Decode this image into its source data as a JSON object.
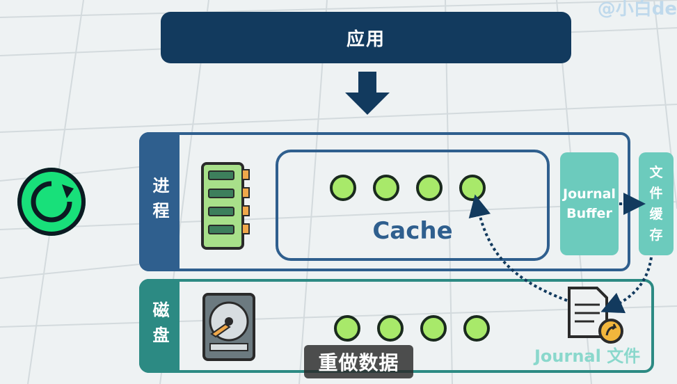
{
  "watermark": "@小白de",
  "app": {
    "label": "应用"
  },
  "process": {
    "label": "进程"
  },
  "disk": {
    "label": "磁盘"
  },
  "cache": {
    "label": "Cache",
    "dot_count": 4
  },
  "journal_buffer": {
    "label": "Journal\nBuffer"
  },
  "file_cache": {
    "label": "文件缓存"
  },
  "journal_file": {
    "label": "Journal 文件"
  },
  "disk_data": {
    "dot_count": 4
  },
  "subtitle": "重做数据",
  "colors": {
    "dark_navy": "#123a5e",
    "process_blue": "#2f5f8e",
    "disk_teal": "#2c8a83",
    "light_teal": "#6ccbbd",
    "dot_green": "#a8e96a",
    "restart_green": "#18e07a"
  },
  "icons": [
    "restart-icon",
    "memory-chip-icon",
    "hard-disk-icon",
    "journal-document-icon",
    "down-arrow-icon"
  ]
}
